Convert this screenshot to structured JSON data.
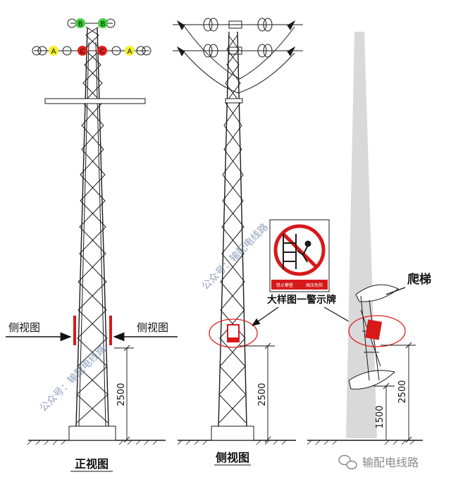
{
  "front_view": {
    "title": "正视图",
    "side_label_left": "侧视图",
    "side_label_right": "侧视图",
    "dimension": "2500",
    "phase_labels": {
      "b1": "B",
      "b2": "B",
      "a1": "A",
      "c1": "C",
      "c2": "C",
      "a2": "A"
    }
  },
  "side_view": {
    "title": "侧视图",
    "dimension": "2500",
    "detail_caption": "大样图一警示牌",
    "sign_text_left": "禁止攀登",
    "sign_text_right": "高压危险"
  },
  "pole_view": {
    "ladder_label": "爬梯",
    "dimension_outer": "2500",
    "dimension_inner": "1500"
  },
  "watermarks": {
    "left": "公众号：输配电线路",
    "middle": "公众号：输配电线路",
    "footer": "输配电线路"
  },
  "colors": {
    "line": "#1a1a1a",
    "phase_green": "#3fd13a",
    "phase_red": "#e0201c",
    "phase_yellow": "#f3ef2a",
    "sign_red": "#d8191a",
    "highlight_ellipse": "#e0201c",
    "pole_gray": "#d9d9d9"
  }
}
